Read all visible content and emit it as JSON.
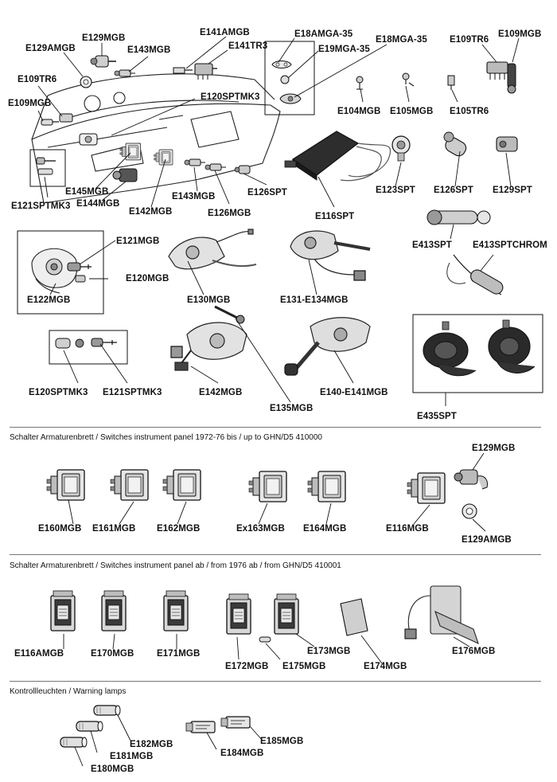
{
  "sections": {
    "panel_1972": "Schalter Armaturenbrett / Switches instrument panel 1972-76 bis / up to GHN/D5 410000",
    "panel_1976": "Schalter Armaturenbrett / Switches instrument panel ab / from 1976 ab / from GHN/D5 410001",
    "warning_lamps": "Kontrollleuchten / Warning lamps"
  },
  "labels": {
    "e129mgb_top": "E129MGB",
    "e129amgb_top": "E129AMGB",
    "e143mgb_top": "E143MGB",
    "e141amgb": "E141AMGB",
    "e141tr3": "E141TR3",
    "e18amga35": "E18AMGA-35",
    "e19mga35": "E19MGA-35",
    "e18mga35": "E18MGA-35",
    "e109tr6_right": "E109TR6",
    "e109mgb_right": "E109MGB",
    "e109tr6_left": "E109TR6",
    "e109mgb_left": "E109MGB",
    "e120sptmk3_top": "E120SPTMK3",
    "e104mgb": "E104MGB",
    "e105mgb": "E105MGB",
    "e105tr6": "E105TR6",
    "e121sptmk3_top": "E121SPTMK3",
    "e145mgb": "E145MGB",
    "e144mgb": "E144MGB",
    "e142mgb_top": "E142MGB",
    "e143mgb_mid": "E143MGB",
    "e126mgb": "E126MGB",
    "e126spt_mid": "E126SPT",
    "e116spt": "E116SPT",
    "e123spt": "E123SPT",
    "e126spt_right": "E126SPT",
    "e129spt": "E129SPT",
    "e413spt": "E413SPT",
    "e413sptchrom": "E413SPTCHROM",
    "e121mgb": "E121MGB",
    "e120mgb": "E120MGB",
    "e122mgb": "E122MGB",
    "e130mgb": "E130MGB",
    "e131_e134mgb": "E131-E134MGB",
    "e120sptmk3_bot": "E120SPTMK3",
    "e121sptmk3_bot": "E121SPTMK3",
    "e142mgb_bot": "E142MGB",
    "e135mgb": "E135MGB",
    "e140_e141mgb": "E140-E141MGB",
    "e435spt": "E435SPT",
    "e160mgb": "E160MGB",
    "e161mgb": "E161MGB",
    "e162mgb": "E162MGB",
    "ex163mgb": "Ex163MGB",
    "e164mgb": "E164MGB",
    "e116mgb": "E116MGB",
    "e129mgb_sw": "E129MGB",
    "e129amgb_sw": "E129AMGB",
    "e116amgb": "E116AMGB",
    "e170mgb": "E170MGB",
    "e171mgb": "E171MGB",
    "e172mgb": "E172MGB",
    "e175mgb": "E175MGB",
    "e173mgb": "E173MGB",
    "e174mgb": "E174MGB",
    "e176mgb": "E176MGB",
    "e182mgb": "E182MGB",
    "e181mgb": "E181MGB",
    "e180mgb": "E180MGB",
    "e185mgb": "E185MGB",
    "e184mgb": "E184MGB"
  },
  "colors": {
    "ink": "#111111",
    "rule": "#777777",
    "part_fill": "#d9d9d9",
    "part_dark": "#3a3a3a",
    "horn_fill": "#2a2a2a"
  },
  "icons": {
    "dashboard": "dashboard-outline-illustration",
    "rocker_switch": "rocker-switch-illustration",
    "ignition_lock": "ignition-lock-illustration",
    "stalk_switch": "steering-column-stalk-illustration",
    "horn": "horn-illustration",
    "warning_lamp": "warning-lamp-illustration"
  }
}
